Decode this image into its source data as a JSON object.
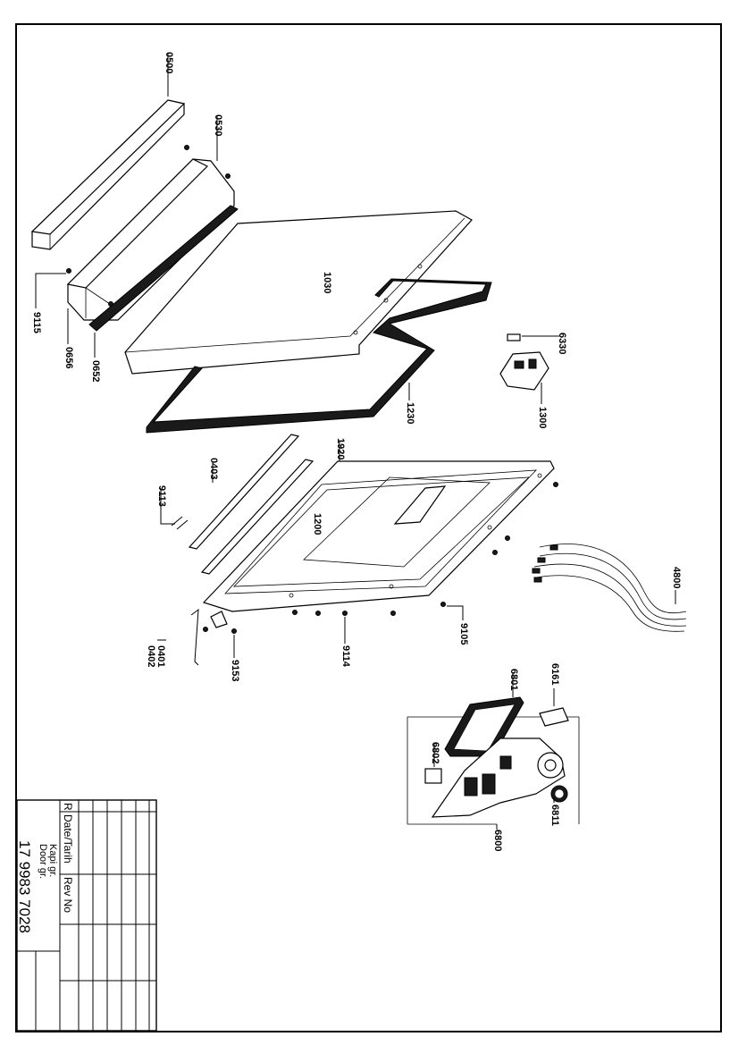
{
  "part_labels": {
    "p0500": "0500",
    "p0530": "0530",
    "p9115": "9115",
    "p0656": "0656",
    "p0652": "0652",
    "p1030": "1030",
    "p1230": "1230",
    "p6330": "6330",
    "p1300": "1300",
    "p1920": "1920",
    "p0403": "0403",
    "p9113": "9113",
    "p1200": "1200",
    "p4800": "4800",
    "p9105": "9105",
    "p9114": "9114",
    "p9153": "9153",
    "p0401": "0401",
    "p0402": "0402",
    "p6801": "6801",
    "p6161": "6161",
    "p6802": "6802",
    "p6811": "6811",
    "p6800": "6800"
  },
  "title_block": {
    "col_r": "R",
    "col_date": "Date/Tarih",
    "col_rev": "Rev No",
    "name_tr": "Kapi gr.",
    "name_en": "Door gr.",
    "doc_number": "17 9983 7028"
  }
}
